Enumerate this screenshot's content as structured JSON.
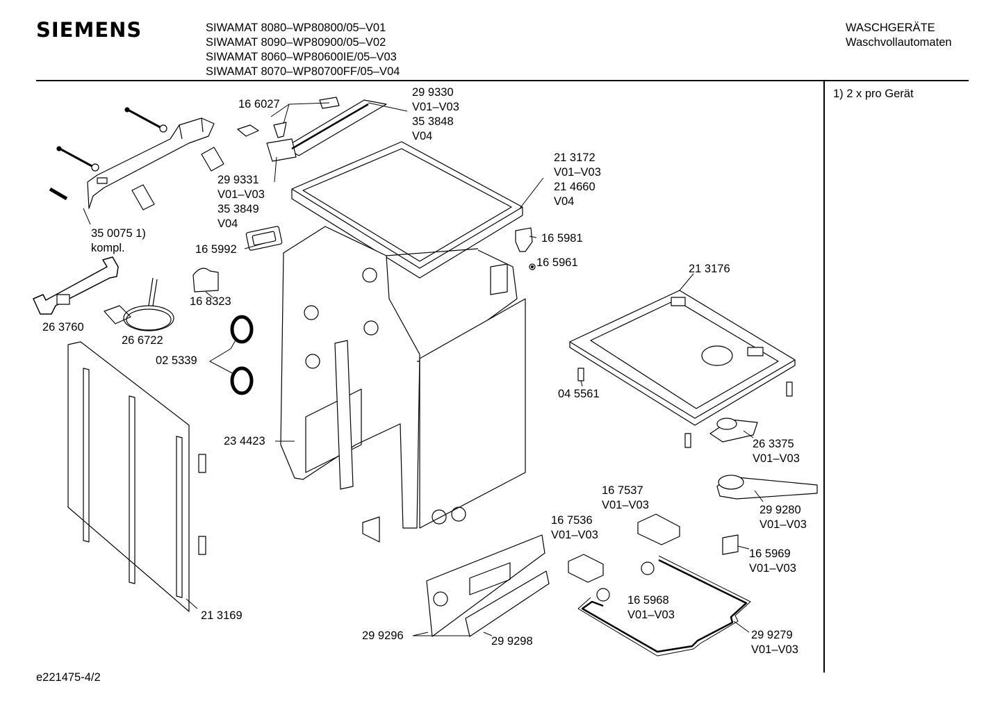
{
  "header": {
    "brand": "SIEMENS",
    "models": [
      "SIWAMAT 8080–WP80800/05–V01",
      "SIWAMAT 8090–WP80900/05–V02",
      "SIWAMAT 8060–WP80600IE/05–V03",
      "SIWAMAT 8070–WP80700FF/05–V04"
    ],
    "category": [
      "WASCHGERÄTE",
      "Waschvollautomaten"
    ]
  },
  "note": "1) 2 x pro Gerät",
  "doc_id": "e221475-4/2",
  "parts": [
    {
      "id": "p-166027",
      "lines": [
        "16 6027"
      ]
    },
    {
      "id": "p-299330",
      "lines": [
        "29 9330",
        "V01–V03",
        "35 3848",
        "V04"
      ]
    },
    {
      "id": "p-299331",
      "lines": [
        "29 9331",
        "V01–V03",
        "35 3849",
        "V04"
      ]
    },
    {
      "id": "p-350075",
      "lines": [
        "35 0075 1)",
        "kompl."
      ]
    },
    {
      "id": "p-213172",
      "lines": [
        "21 3172",
        "V01–V03",
        "21 4660",
        "V04"
      ]
    },
    {
      "id": "p-165992",
      "lines": [
        "16 5992"
      ]
    },
    {
      "id": "p-165981",
      "lines": [
        "16 5981"
      ]
    },
    {
      "id": "p-165961",
      "lines": [
        "16 5961"
      ]
    },
    {
      "id": "p-168323",
      "lines": [
        "16 8323"
      ]
    },
    {
      "id": "p-213176",
      "lines": [
        "21 3176"
      ]
    },
    {
      "id": "p-263760",
      "lines": [
        "26 3760"
      ]
    },
    {
      "id": "p-266722",
      "lines": [
        "26 6722"
      ]
    },
    {
      "id": "p-025339",
      "lines": [
        "02 5339"
      ]
    },
    {
      "id": "p-045561",
      "lines": [
        "04 5561"
      ]
    },
    {
      "id": "p-234423",
      "lines": [
        "23 4423"
      ]
    },
    {
      "id": "p-263375",
      "lines": [
        "26 3375",
        "V01–V03"
      ]
    },
    {
      "id": "p-167537",
      "lines": [
        "16 7537",
        "V01–V03"
      ]
    },
    {
      "id": "p-299280",
      "lines": [
        "29 9280",
        "V01–V03"
      ]
    },
    {
      "id": "p-167536",
      "lines": [
        "16 7536",
        "V01–V03"
      ]
    },
    {
      "id": "p-165969",
      "lines": [
        "16 5969",
        "V01–V03"
      ]
    },
    {
      "id": "p-165968",
      "lines": [
        "16 5968",
        "V01–V03"
      ]
    },
    {
      "id": "p-213169",
      "lines": [
        "21 3169"
      ]
    },
    {
      "id": "p-299296",
      "lines": [
        "29 9296"
      ]
    },
    {
      "id": "p-299298",
      "lines": [
        "29 9298"
      ]
    },
    {
      "id": "p-299279",
      "lines": [
        "29 9279",
        "V01–V03"
      ]
    }
  ]
}
